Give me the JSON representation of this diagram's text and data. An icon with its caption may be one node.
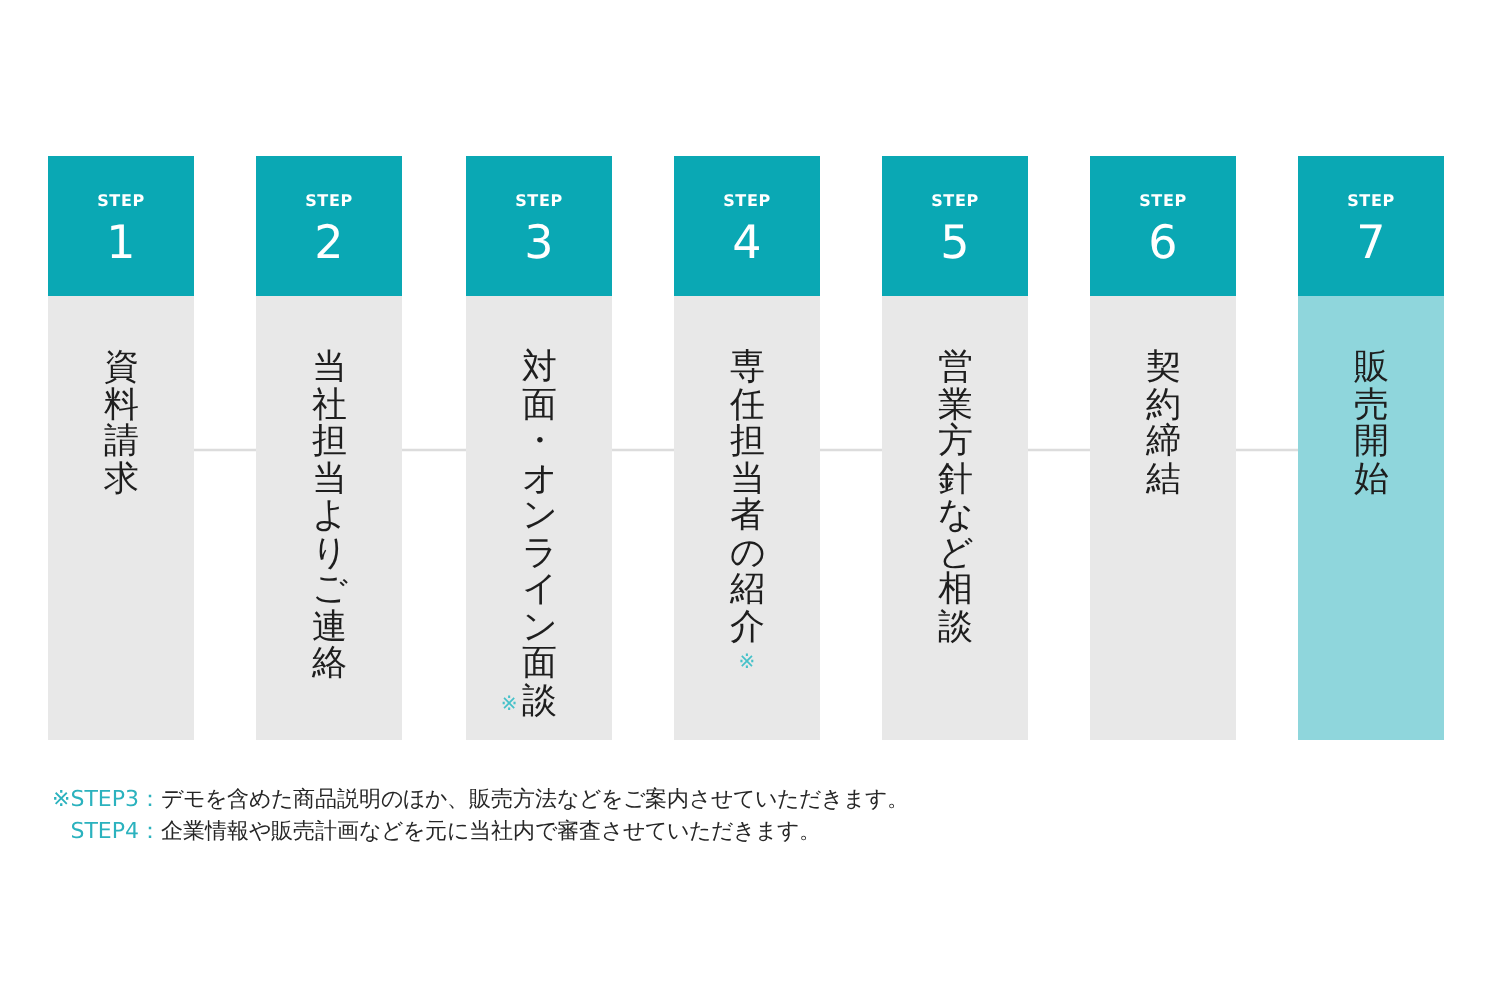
{
  "diagram": {
    "nodes": [
      {
        "text": [
          "STEP",
          "1",
          "資料請求"
        ]
      },
      {
        "text": [
          "STEP",
          "2",
          "当社担当よりご連絡"
        ]
      },
      {
        "text": [
          "STEP",
          "3",
          "対面・オンライン面談",
          "※"
        ]
      },
      {
        "text": [
          "STEP",
          "4",
          "専任担当者の紹介",
          "※"
        ]
      },
      {
        "text": [
          "STEP",
          "5",
          "営業方針など相談"
        ]
      },
      {
        "text": [
          "STEP",
          "6",
          "契約締結"
        ]
      },
      {
        "text": [
          "STEP",
          "7",
          "販売開始"
        ]
      }
    ],
    "edges": [
      {
        "from": 0,
        "to": 1,
        "arrow": "none"
      },
      {
        "from": 1,
        "to": 2,
        "arrow": "none"
      },
      {
        "from": 2,
        "to": 3,
        "arrow": "none"
      },
      {
        "from": 3,
        "to": 4,
        "arrow": "none"
      },
      {
        "from": 4,
        "to": 5,
        "arrow": "none"
      },
      {
        "from": 5,
        "to": 6,
        "arrow": "none"
      }
    ],
    "labels": [
      "※STEP3：",
      "デモを含めた商品説明のほか、販売方法などをご案内させていただきます。",
      "STEP4：",
      "企業情報や販売計画などを元に当社内で審査させていただきます。"
    ]
  }
}
